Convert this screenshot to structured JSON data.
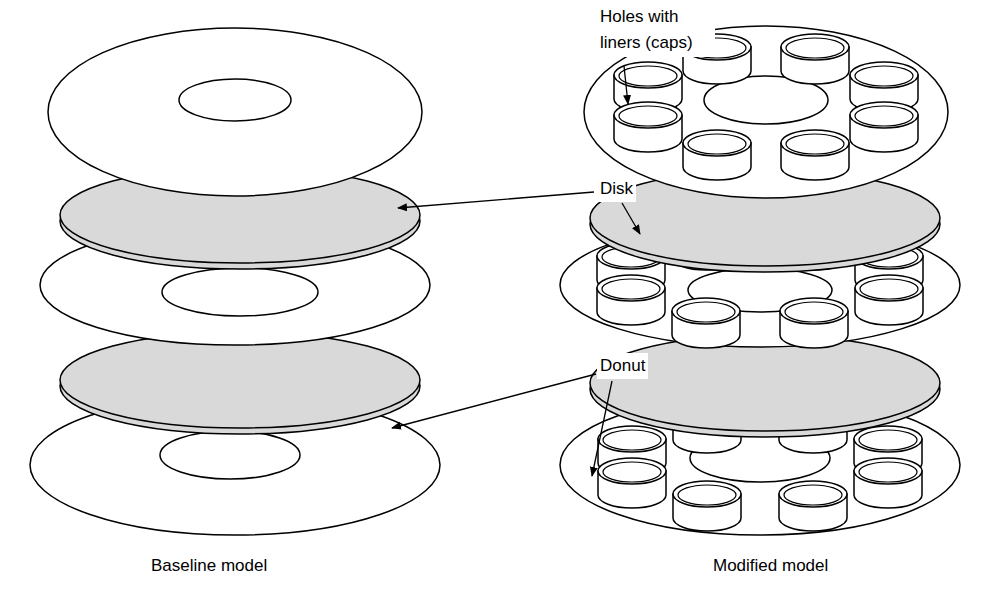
{
  "diagram": {
    "labels": [
      "Holes with liners (caps)",
      "Disk",
      "Donut",
      "Baseline model",
      "Modified model"
    ]
  }
}
